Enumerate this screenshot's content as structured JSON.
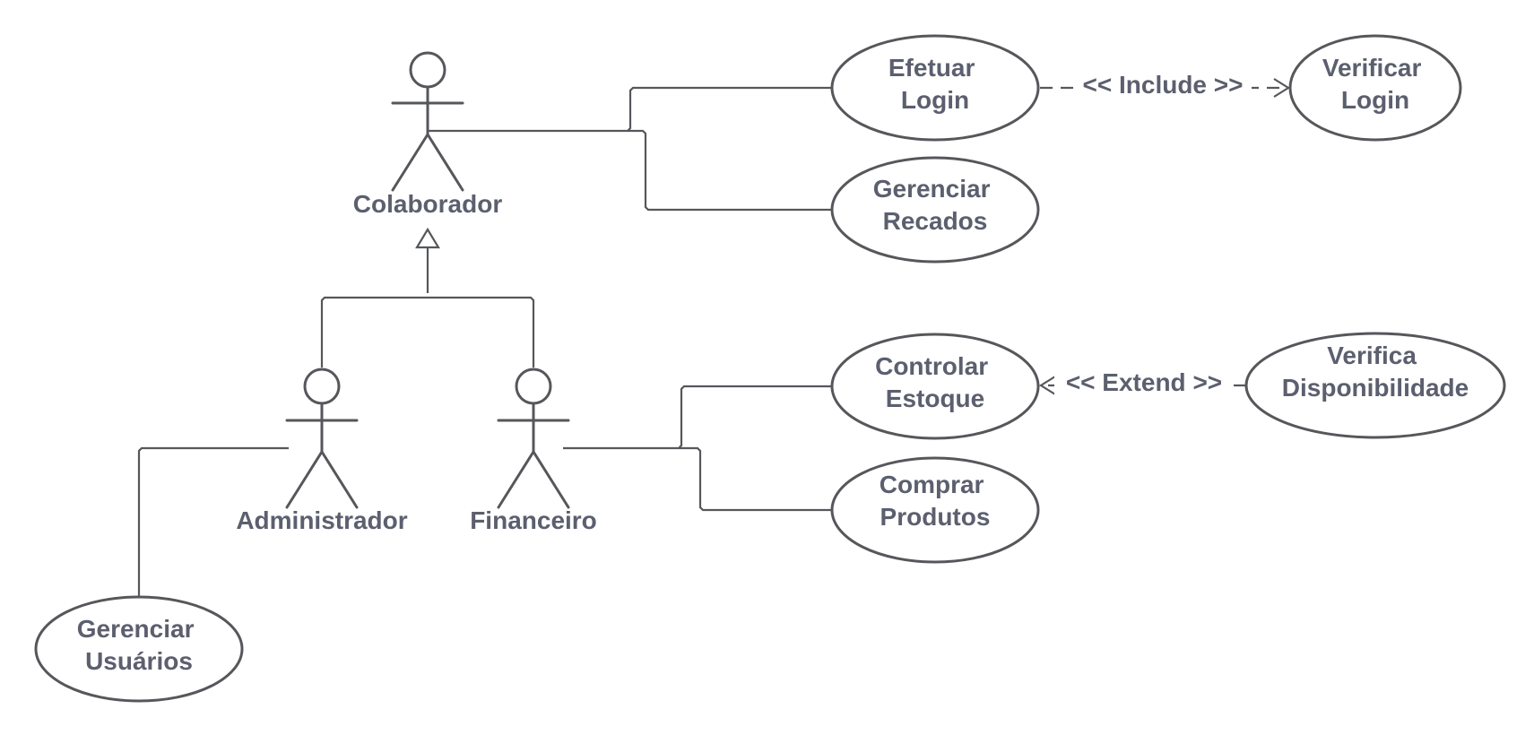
{
  "actors": {
    "colaborador": "Colaborador",
    "administrador": "Administrador",
    "financeiro": "Financeiro"
  },
  "use_cases": {
    "efetuar_login": [
      "Efetuar",
      "Login"
    ],
    "verificar_login": [
      "Verificar",
      "Login"
    ],
    "gerenciar_recados": [
      "Gerenciar",
      "Recados"
    ],
    "controlar_estoque": [
      "Controlar",
      "Estoque"
    ],
    "verifica_disponibilidade": [
      "Verifica",
      "Disponibilidade"
    ],
    "comprar_produtos": [
      "Comprar",
      "Produtos"
    ],
    "gerenciar_usuarios": [
      "Gerenciar",
      "Usuários"
    ]
  },
  "relations": {
    "include": "<< Include >>",
    "extend": "<< Extend >>"
  },
  "colors": {
    "stroke": "#55575b",
    "text": "#5b5f6e",
    "background": "#ffffff"
  }
}
